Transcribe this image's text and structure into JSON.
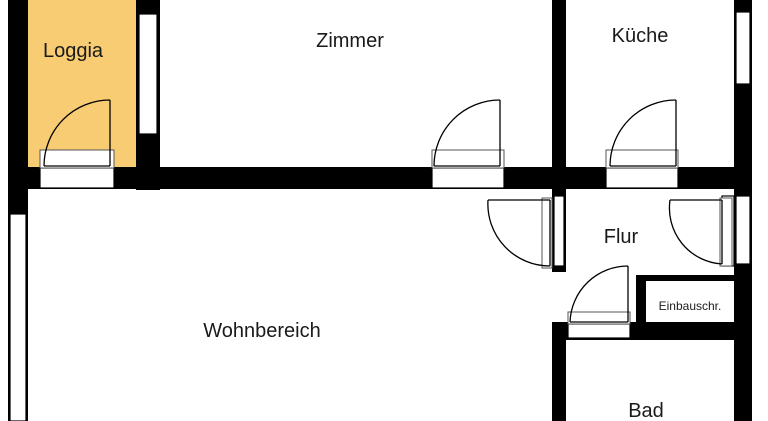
{
  "floor_plan": {
    "rooms": [
      {
        "key": "loggia",
        "label": "Loggia"
      },
      {
        "key": "zimmer",
        "label": "Zimmer"
      },
      {
        "key": "kueche",
        "label": "Küche"
      },
      {
        "key": "flur",
        "label": "Flur"
      },
      {
        "key": "einbau",
        "label": "Einbauschr."
      },
      {
        "key": "wohnbereich",
        "label": "Wohnbereich"
      },
      {
        "key": "bad",
        "label": "Bad"
      }
    ],
    "colors": {
      "loggia_fill": "#F7CC73",
      "wall": "#000000",
      "background": "#FFFFFF"
    }
  }
}
